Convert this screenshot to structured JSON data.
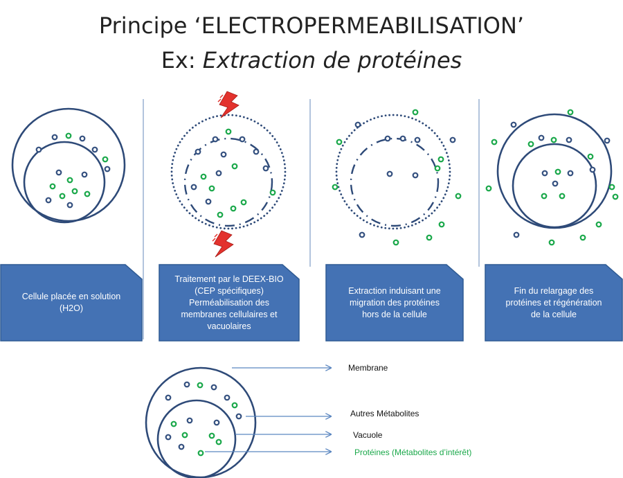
{
  "title": {
    "line1": "Principe ‘ELECTROPERMEABILISATION’",
    "line2_prefix": "Ex: ",
    "line2_italic": "Extraction de protéines"
  },
  "colors": {
    "membrane": "#2e4a78",
    "blue_dot": "#34507f",
    "green_dot": "#1aa84a",
    "box_fill": "#4472b4",
    "box_stroke": "#2f5b94",
    "divider": "#7e9cc6",
    "lightning_fill": "#e3322d",
    "arrow": "#5b86c0",
    "protein_label": "#1aa84a"
  },
  "icons": [
    "lightning-icon"
  ],
  "steps": [
    {
      "text": "Cellule placée en solution\n(H2O)"
    },
    {
      "text": "Traitement par le DEEX-BIO\n(CEP spécifiques)\nPerméabilisation des\nmembranes cellulaires et\nvacuolaires"
    },
    {
      "text": "Extraction induisant une\nmigration des protéines\nhors de la cellule"
    },
    {
      "text": "Fin du relargage des\nprotéines et régénération\nde la cellule"
    }
  ],
  "legend": {
    "membrane": "Membrane",
    "autres_metabolites": "Autres Métabolites",
    "vacuole": "Vacuole",
    "proteines": "Protéines (Métabolites d’intérêt)"
  }
}
